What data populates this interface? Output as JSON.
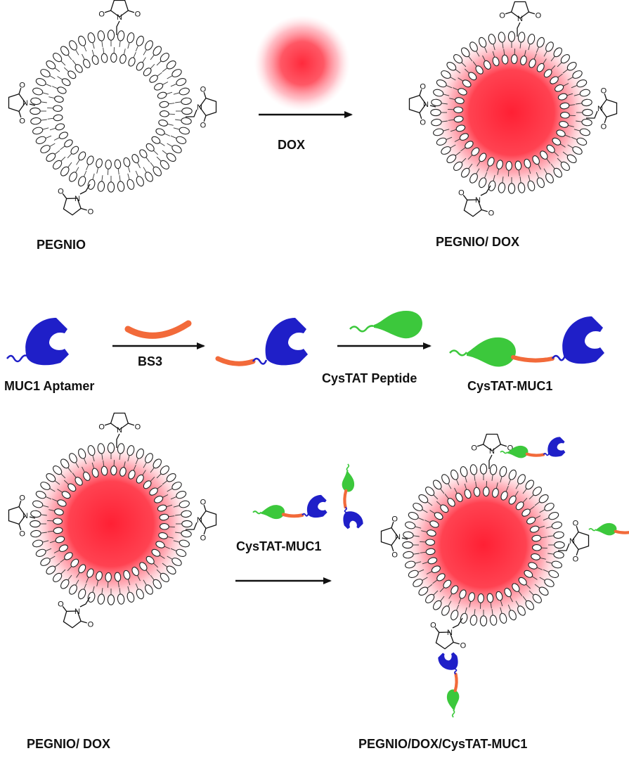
{
  "labels": {
    "dox": "DOX",
    "pegnio": "PEGNIO",
    "pegnio_dox_top": "PEGNIO/ DOX",
    "bs3": "BS3",
    "muc1_aptamer": "MUC1 Aptamer",
    "cystat_peptide": "CysTAT Peptide",
    "cystat_muc1_product": "CysTAT-MUC1",
    "cystat_muc1_reagent": "CysTAT-MUC1",
    "pegnio_dox_bottom": "PEGNIO/ DOX",
    "final_product": "PEGNIO/DOX/CysTAT-MUC1"
  },
  "atoms": {
    "nitrogen": "N",
    "oxygen": "O"
  },
  "colors": {
    "dox": "#ff2a3c",
    "aptamer": "#1f1fc8",
    "linker": "#f26a3a",
    "peptide": "#3cc83c",
    "line": "#111111"
  }
}
